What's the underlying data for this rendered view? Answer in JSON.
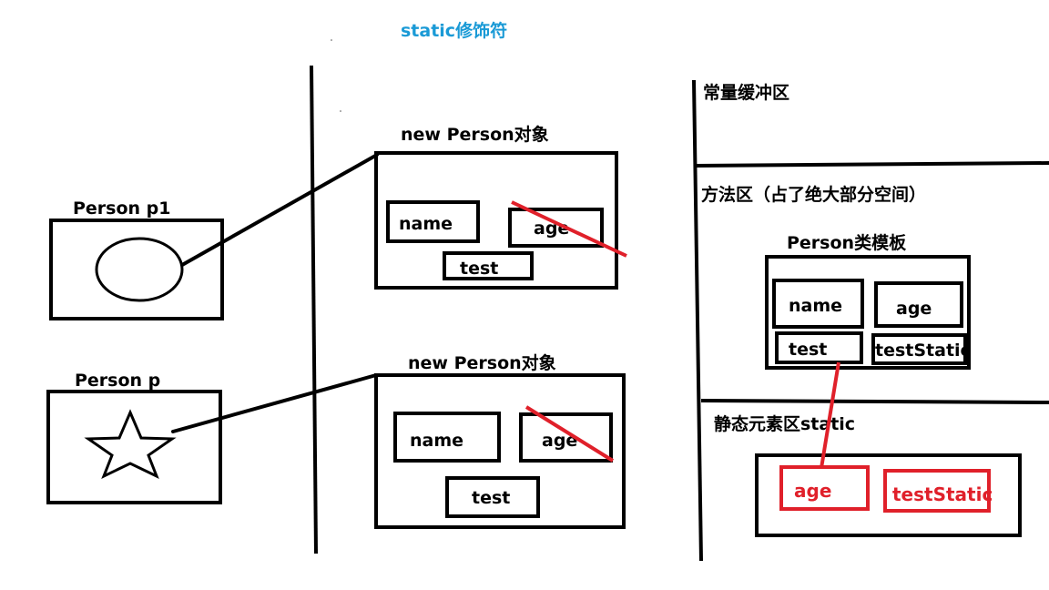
{
  "title": "static修饰符",
  "left": {
    "p1": {
      "label": "Person p1"
    },
    "p": {
      "label": "Person p"
    }
  },
  "middle": {
    "obj1": {
      "label": "new Person对象",
      "fields": {
        "name": "name",
        "age": "age",
        "test": "test"
      }
    },
    "obj2": {
      "label": "new Person对象",
      "fields": {
        "name": "name",
        "age": "age",
        "test": "test"
      }
    }
  },
  "right": {
    "constant_pool": "常量缓冲区",
    "method_area": "方法区（占了绝大部分空间）",
    "template": {
      "label": "Person类模板",
      "fields": {
        "name": "name",
        "age": "age",
        "test": "test",
        "testStatic": "testStatic"
      }
    },
    "static_area": {
      "label": "静态元素区static",
      "fields": {
        "age": "age",
        "testStatic": "testStatic"
      }
    }
  },
  "colors": {
    "title": "#1a9ad6",
    "highlight": "#e0202a",
    "stroke": "#000000"
  }
}
